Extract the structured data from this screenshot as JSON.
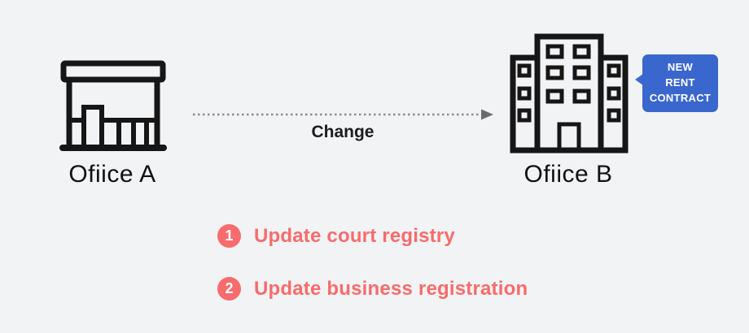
{
  "colors": {
    "page_bg": "#f1f3f5",
    "icon_stroke": "#161616",
    "accent_coral": "#f76c6c",
    "accent_blue": "#3a67cd",
    "arrow_gray": "#8b8b8b",
    "text_dark": "#1c1c1c"
  },
  "offices": {
    "a": {
      "label": "Ofiice A",
      "icon": "storefront-icon"
    },
    "b": {
      "label": "Ofiice B",
      "icon": "office-building-icon"
    }
  },
  "arrow": {
    "label": "Change"
  },
  "bubble": {
    "lines": [
      "NEW",
      "RENT",
      "CONTRACT"
    ]
  },
  "steps": [
    {
      "number": "1",
      "label": "Update court registry"
    },
    {
      "number": "2",
      "label": "Update business registration"
    }
  ]
}
